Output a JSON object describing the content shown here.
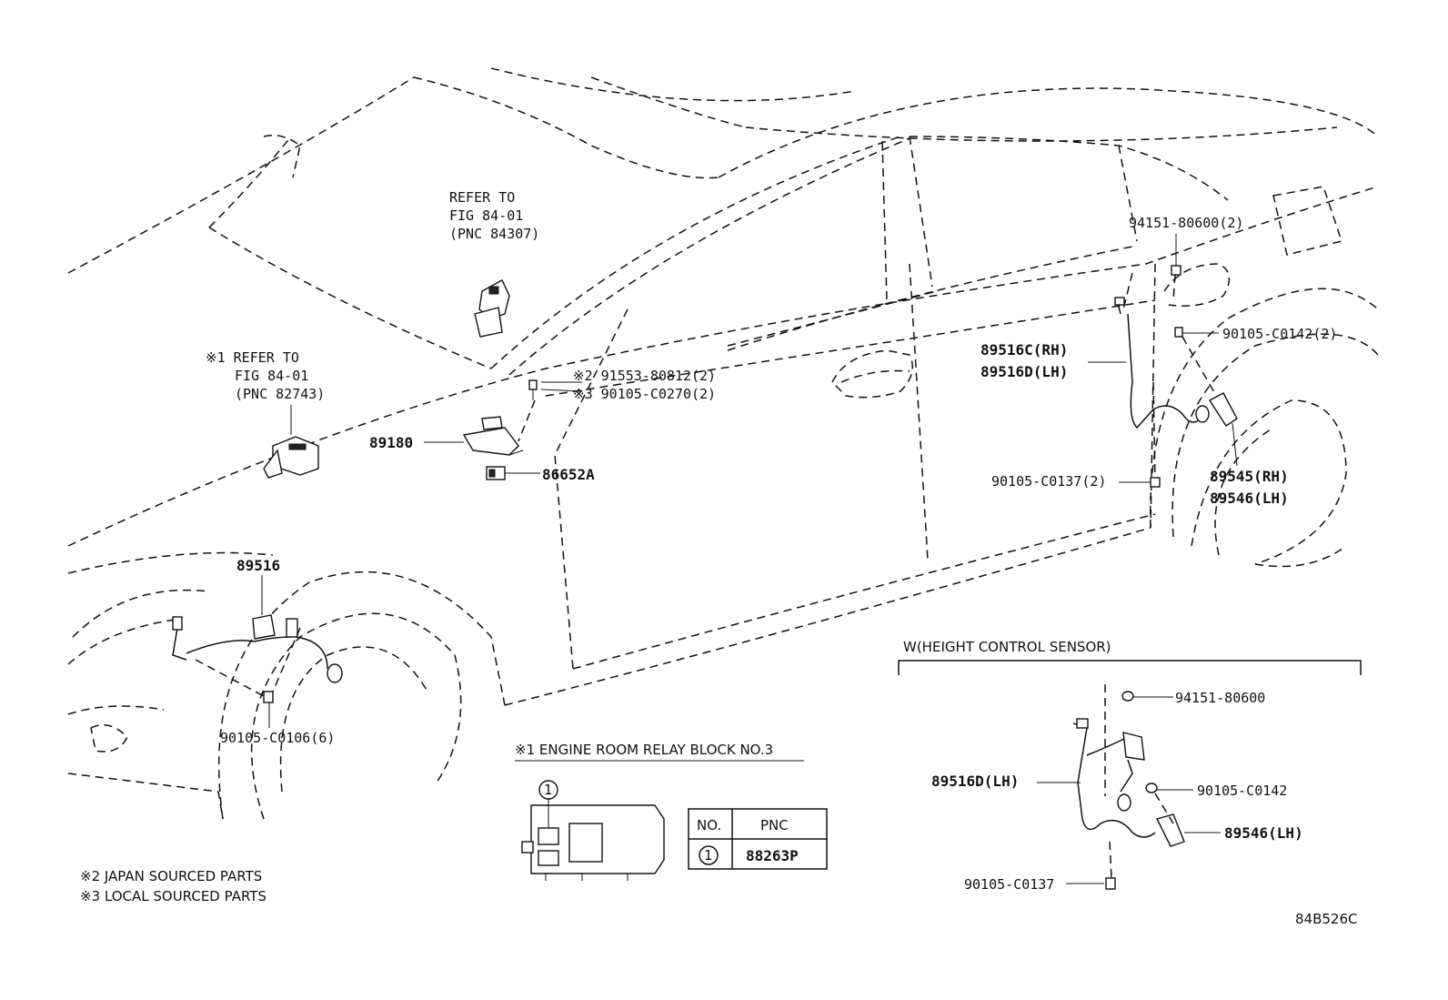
{
  "refer_center": {
    "line1": "REFER TO",
    "line2": "FIG 84-01",
    "line3": "(PNC 84307)"
  },
  "refer_left": {
    "line1": "※1 REFER TO",
    "line2": "FIG 84-01",
    "line3": "(PNC 82743)"
  },
  "callouts": {
    "p89180": "89180",
    "p86652A": "86652A",
    "p91553": "※2 91553-80812(2)",
    "p90105_c0270": "※3 90105-C0270(2)",
    "p89516": "89516",
    "p90105_c0106": "90105-C0106(6)",
    "p94151_2": "94151-80600(2)",
    "p90105_c0142_2": "90105-C0142(2)",
    "p89516C": "89516C(RH)",
    "p89516D": "89516D(LH)",
    "p90105_c0137_2": "90105-C0137(2)",
    "p89545": "89545(RH)",
    "p89546": "89546(LH)"
  },
  "relay_block": {
    "title": "※1 ENGINE ROOM RELAY BLOCK NO.3",
    "marker": "1",
    "table_headers": [
      "NO.",
      "PNC"
    ],
    "table_row": {
      "no": "1",
      "pnc": "88263P"
    }
  },
  "height_sensor": {
    "title": "W(HEIGHT CONTROL SENSOR)",
    "p94151": "94151-80600",
    "p89516D": "89516D(LH)",
    "p90105_c0142": "90105-C0142",
    "p89546": "89546(LH)",
    "p90105_c0137": "90105-C0137"
  },
  "notes": {
    "note2": "※2 JAPAN SOURCED PARTS",
    "note3": "※3 LOCAL SOURCED PARTS"
  },
  "figure_code": "84B526C"
}
